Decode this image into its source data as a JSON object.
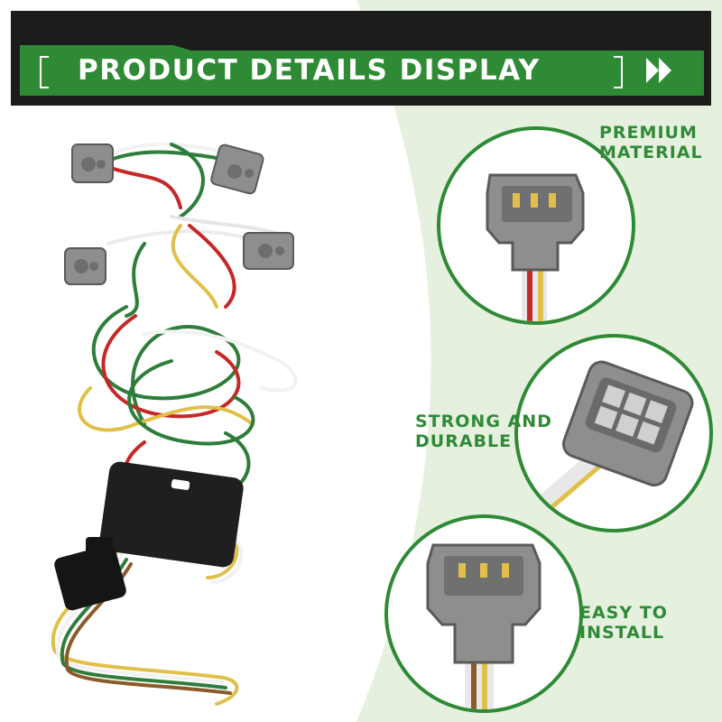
{
  "banner": {
    "title": "PRODUCT DETAILS DISPLAY",
    "icon": "double-chevron-right-icon",
    "colors": {
      "dark": "#1c1c1c",
      "green": "#2f8a35"
    }
  },
  "features": [
    {
      "line1": "PREMIUM",
      "line2": "MATERIAL"
    },
    {
      "line1": "STRONG AND",
      "line2": "DURABLE"
    },
    {
      "line1": "EASY TO",
      "line2": "INSTALL"
    }
  ],
  "colors": {
    "accent": "#2f8a35",
    "panel": "#e6f0df",
    "connector": "#8e8e8c"
  }
}
